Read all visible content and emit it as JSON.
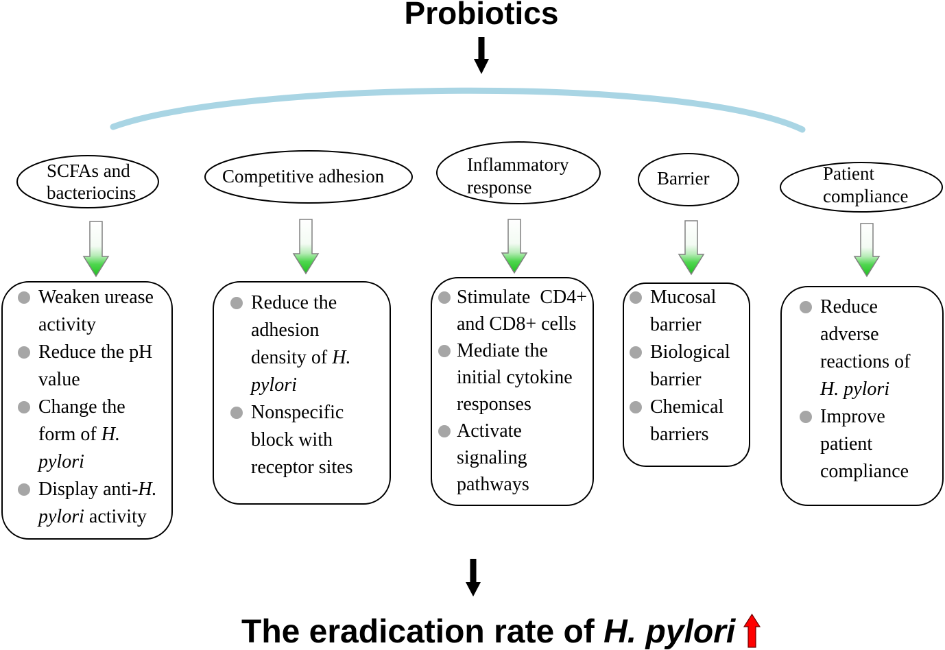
{
  "title": "Probiotics",
  "mechanisms": [
    {
      "label_lines": [
        "SCFAs and",
        "bacteriocins"
      ],
      "items": [
        {
          "lines": [
            [
              {
                "text": "Weaken urease"
              }
            ],
            [
              {
                "text": "activity"
              }
            ]
          ]
        },
        {
          "lines": [
            [
              {
                "text": "Reduce the pH"
              }
            ],
            [
              {
                "text": "value"
              }
            ]
          ]
        },
        {
          "lines": [
            [
              {
                "text": "Change the"
              }
            ],
            [
              {
                "text": "form of "
              },
              {
                "text": "H.",
                "italic": true
              }
            ],
            [
              {
                "text": "pylori",
                "italic": true
              }
            ]
          ]
        },
        {
          "lines": [
            [
              {
                "text": "Display anti-"
              },
              {
                "text": "H.",
                "italic": true
              }
            ],
            [
              {
                "text": "pylori",
                "italic": true
              },
              {
                "text": " activity"
              }
            ]
          ]
        }
      ]
    },
    {
      "label_lines": [
        "Competitive adhesion"
      ],
      "items": [
        {
          "lines": [
            [
              {
                "text": "Reduce the"
              }
            ],
            [
              {
                "text": "adhesion"
              }
            ],
            [
              {
                "text": "density of "
              },
              {
                "text": "H.",
                "italic": true
              }
            ],
            [
              {
                "text": "pylori",
                "italic": true
              }
            ]
          ]
        },
        {
          "lines": [
            [
              {
                "text": "Nonspecific"
              }
            ],
            [
              {
                "text": "block with"
              }
            ],
            [
              {
                "text": "receptor sites"
              }
            ]
          ]
        }
      ]
    },
    {
      "label_lines": [
        "Inflammatory",
        "response"
      ],
      "items": [
        {
          "lines": [
            [
              {
                "text": "Stimulate  CD4+"
              }
            ],
            [
              {
                "text": "and CD8+ cells"
              }
            ]
          ]
        },
        {
          "lines": [
            [
              {
                "text": "Mediate the"
              }
            ],
            [
              {
                "text": "initial cytokine"
              }
            ],
            [
              {
                "text": "responses"
              }
            ]
          ]
        },
        {
          "lines": [
            [
              {
                "text": "Activate"
              }
            ],
            [
              {
                "text": "signaling"
              }
            ],
            [
              {
                "text": "pathways"
              }
            ]
          ]
        }
      ]
    },
    {
      "label_lines": [
        "Barrier"
      ],
      "items": [
        {
          "lines": [
            [
              {
                "text": "Mucosal"
              }
            ],
            [
              {
                "text": "barrier"
              }
            ]
          ]
        },
        {
          "lines": [
            [
              {
                "text": "Biological"
              }
            ],
            [
              {
                "text": "barrier"
              }
            ]
          ]
        },
        {
          "lines": [
            [
              {
                "text": "Chemical"
              }
            ],
            [
              {
                "text": "barriers"
              }
            ]
          ]
        }
      ]
    },
    {
      "label_lines": [
        "Patient",
        "compliance"
      ],
      "items": [
        {
          "lines": [
            [
              {
                "text": "Reduce"
              }
            ],
            [
              {
                "text": "adverse"
              }
            ],
            [
              {
                "text": "reactions of"
              }
            ],
            [
              {
                "text": "H. pylori",
                "italic": true
              }
            ]
          ]
        },
        {
          "lines": [
            [
              {
                "text": "Improve"
              }
            ],
            [
              {
                "text": "patient"
              }
            ],
            [
              {
                "text": "compliance"
              }
            ]
          ]
        }
      ]
    }
  ],
  "result": {
    "text": "The eradication rate of ",
    "species": "H. pylori",
    "trend_icon": "red-up-arrow-icon"
  },
  "icons": {
    "flow_arrow": "down-arrow-icon",
    "mechanism_arrow": "green-down-arrow-icon",
    "bullet": "bullet-dot-icon"
  },
  "colors": {
    "arc": "#a9d5e4",
    "arrow_green": "#1fbf1f",
    "bullet": "#a6a6a6",
    "trend_red": "#ff0000"
  }
}
